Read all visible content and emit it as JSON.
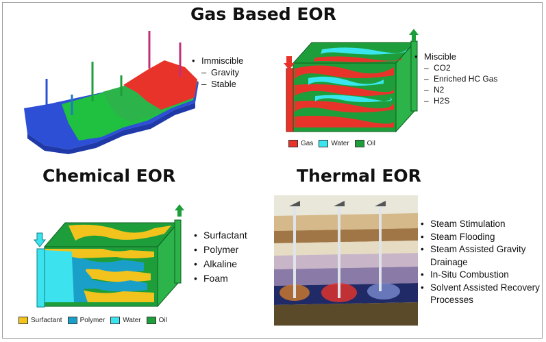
{
  "titles": {
    "gas": "Gas Based EOR",
    "chemical": "Chemical EOR",
    "thermal": "Thermal EOR"
  },
  "gas_immiscible": {
    "bullet": "Immiscible",
    "sub": [
      "Gravity",
      "Stable"
    ]
  },
  "gas_miscible": {
    "bullet": "Miscible",
    "subs": [
      "CO2",
      "Enriched HC Gas",
      "N2",
      "H2S"
    ]
  },
  "gas_legend": [
    {
      "label": "Gas",
      "color": "#e8332a"
    },
    {
      "label": "Water",
      "color": "#39e6ef"
    },
    {
      "label": "Oil",
      "color": "#1e9e3a"
    }
  ],
  "chemical_list": [
    "Surfactant",
    "Polymer",
    "Alkaline",
    "Foam"
  ],
  "chemical_legend": [
    {
      "label": "Surfactant",
      "color": "#f2c31d"
    },
    {
      "label": "Polymer",
      "color": "#1aa0c8"
    },
    {
      "label": "Water",
      "color": "#3ce2ee"
    },
    {
      "label": "Oil",
      "color": "#1e9e3a"
    }
  ],
  "thermal_list": [
    "Steam Stimulation",
    "Steam Flooding",
    "Steam Assisted Gravity Drainage",
    "In-Situ Combustion",
    "Solvent Assisted Recovery Processes"
  ],
  "colors": {
    "red": "#e8332a",
    "green": "#1e9e3a",
    "cyan": "#39e6ef",
    "blue": "#2d4fd6",
    "yellow": "#f2c31d"
  },
  "icons": [
    "arrow-down-icon",
    "arrow-up-icon"
  ]
}
